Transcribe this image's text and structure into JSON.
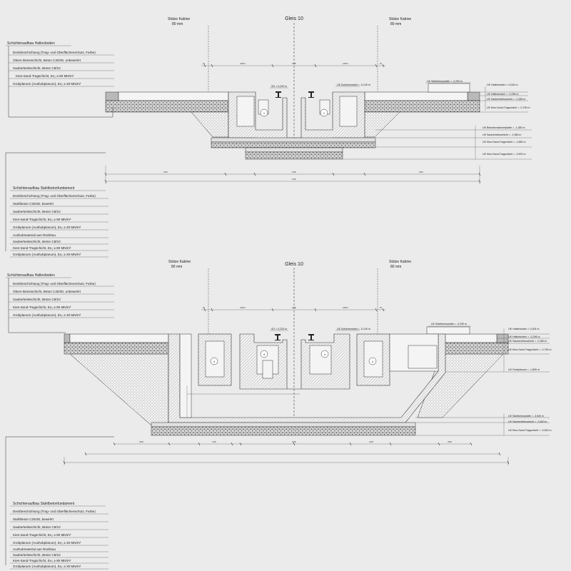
{
  "section1": {
    "gleis": "Gleis 10",
    "stuetze_left": [
      "Stütze Kabine",
      "80 mm"
    ],
    "stuetze_right": [
      "Stütze Kabine",
      "80 mm"
    ],
    "legend_top_head": "Schichtenaufbau Hallenboden",
    "legend_top_items": [
      "Deckbeschichtung (Trag- und Oberflächenschutz, Farbe)",
      "Obere Betonschicht, Beton C25/30, unbewehrt",
      "Sauberkeitsschicht, Beton C8/10",
      "Kies-Sand-Tragschicht, Ev₂ ≥ 80 MN/m²",
      "Grobplanum (Aushubplanum), Ev₂ ≥ 30 MN/m²"
    ],
    "legend_bottom_head": "Schichtenaufbau Stahlbetonfundament",
    "legend_bottom_items": [
      "Deckbeschichtung (Trag- und Oberflächenschutz, Farbe)",
      "Stahlbeton C25/30, bewehrt",
      "Sauberkeitsschicht, Beton C8/10",
      "Kies-Sand-Tragschicht, Ev₂ ≥ 80 MN/m²",
      "Grobplanum (Aushubplanum), Ev₂ ≥ 30 MN/m²",
      "Aushubmaterial aus Rückbau",
      "Sauberkeitsschicht, Beton C8/10",
      "Kies-Sand-Tragschicht, Ev₂ ≥ 80 MN/m²",
      "Grobplanum (Aushubplanum), Ev₂ ≥ 30 MN/m²"
    ],
    "levels_top": [
      "UK Stahlbetonplatte = -0,290 m",
      "OK Hallenboden = 0,004 m",
      "UK Hallenboden = -0,296 m",
      "UK Sauberkeitsschicht = -0,380 m",
      "UK Kies-Sand-Tragschicht = -0,790 m"
    ],
    "levels_bottom": [
      "UK Betonfundamentplatte = -1,380 m",
      "UK Sauberkeitsschicht = -1,580 m",
      "UK Kies-Sand-Tragschicht = -1,880 m",
      "UK Kies-Sand-Tragschicht = -2,500 m"
    ],
    "so_label": "SO = 0,220 m",
    "uk_schiene": "UK Schienenstahl = -0,140 m",
    "marker_left": "1",
    "marker_right": "1",
    "dims_top": [
      "20",
      "2460.0",
      "1000",
      "2460.0",
      "20"
    ],
    "dims_bottom": [
      "3470",
      "1000",
      "3470",
      "1000"
    ]
  },
  "section2": {
    "gleis": "Gleis 10",
    "stuetze_left": [
      "Stütze Kabine",
      "80 mm"
    ],
    "stuetze_right": [
      "Stütze Kabine",
      "80 mm"
    ],
    "legend_top_head": "Schichtenaufbau Hallenboden",
    "legend_top_items": [
      "Deckbeschichtung (Trag- und Oberflächenschutz, Farbe)",
      "Obere Betonschicht, Beton C25/30, unbewehrt",
      "Sauberkeitsschicht, Beton C8/10",
      "Kies-Sand-Tragschicht, Ev₂ ≥ 80 MN/m²",
      "Grobplanum (Aushubplanum), Ev₂ ≥ 30 MN/m²"
    ],
    "legend_bottom_head": "Schichtenaufbau Stahlbetonfundament",
    "legend_bottom_items": [
      "Deckbeschichtung (Trag- und Oberflächenschutz, Farbe)",
      "Stahlbeton C25/30, bewehrt",
      "Sauberkeitsschicht, Beton C8/10",
      "Kies-Sand-Tragschicht, Ev₂ ≥ 80 MN/m²",
      "Grobplanum (Aushubplanum), Ev₂ ≥ 30 MN/m²",
      "Aushubmaterial aus Rückbau",
      "Sauberkeitsschicht, Beton C8/10",
      "Kies-Sand-Tragschicht, Ev₂ ≥ 80 MN/m²",
      "Grobplanum (Aushubplanum), Ev₂ ≥ 30 MN/m²"
    ],
    "levels_top": [
      "UK Stahlbetonplatte = -0,290 m",
      "OK Hallenboden = 0,004 m",
      "UK Hallenboden = -0,296 m",
      "UK Sauberkeitsschicht = -0,380 m",
      "UK Kies-Sand-Tragschicht = -0,790 m",
      "UK Grobplanum = -1,690 m"
    ],
    "levels_bottom": [
      "UK Stahlbetonplatte = -3,540 m",
      "UK Sauberkeitsschicht = -3,640 m",
      "UK Kies-Sand-Tragschicht = -3,940 m"
    ],
    "so_label": "SO = 0,220 m",
    "uk_schiene": "UK Schienenstahl = -0,140 m",
    "markers": [
      "4",
      "4",
      "4",
      "4"
    ],
    "dims_top": [
      "20",
      "2460.0",
      "1000",
      "2460.0",
      "20"
    ],
    "dims_bottom": [
      "2600",
      "1300",
      "1000",
      "1300",
      "2600"
    ]
  }
}
